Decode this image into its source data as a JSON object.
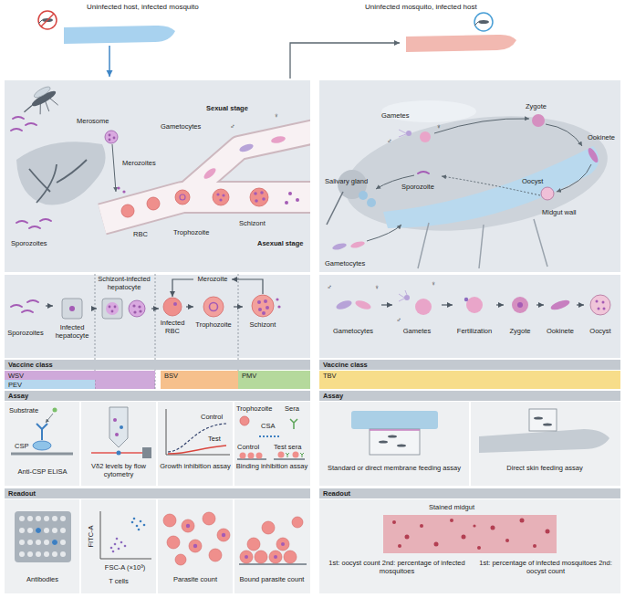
{
  "diagram": {
    "nodes": [
      {
        "text": [
          "Sporozoites"
        ]
      },
      {
        "text": [
          "Infected hepatocyte"
        ]
      },
      {
        "text": [
          "Schizont-infected hepatocyte"
        ]
      },
      {
        "text": [
          "Merozoite"
        ]
      },
      {
        "text": [
          "Infected RBC"
        ]
      },
      {
        "text": [
          "Trophozoite"
        ]
      },
      {
        "text": [
          "Schizont"
        ]
      },
      {
        "text": [
          "♂",
          "♀",
          "Gametocytes"
        ]
      },
      {
        "text": [
          "♀",
          "♂",
          "Gametes"
        ]
      },
      {
        "text": [
          "Fertilization"
        ]
      },
      {
        "text": [
          "Zygote"
        ]
      },
      {
        "text": [
          "Ookinete"
        ]
      },
      {
        "text": [
          "Oocyst"
        ]
      },
      {
        "text": [
          "Vaccine class"
        ]
      },
      {
        "text": [
          "WSV"
        ]
      },
      {
        "text": [
          "PEV"
        ]
      },
      {
        "text": [
          "BSV"
        ]
      },
      {
        "text": [
          "PMV"
        ]
      },
      {
        "text": [
          "Vaccine class"
        ]
      },
      {
        "text": [
          "TBV"
        ]
      },
      {
        "text": [
          "Assay"
        ]
      },
      {
        "text": [
          "Assay"
        ]
      },
      {
        "text": [
          "Readout"
        ]
      },
      {
        "text": [
          "Readout"
        ]
      }
    ],
    "edges": [
      {
        "from": 0,
        "to": 1,
        "arrow": "to"
      },
      {
        "from": 1,
        "to": 2,
        "arrow": "to"
      },
      {
        "from": 2,
        "to": 4,
        "arrow": "to"
      },
      {
        "from": 4,
        "to": 5,
        "arrow": "to"
      },
      {
        "from": 5,
        "to": 6,
        "arrow": "to"
      },
      {
        "from": 6,
        "to": 3,
        "arrow": "to"
      },
      {
        "from": 3,
        "to": 4,
        "arrow": "to"
      },
      {
        "from": 7,
        "to": 8,
        "arrow": "to"
      },
      {
        "from": 8,
        "to": 9,
        "arrow": "to"
      },
      {
        "from": 9,
        "to": 10,
        "arrow": "to"
      },
      {
        "from": 10,
        "to": 11,
        "arrow": "to"
      },
      {
        "from": 11,
        "to": 12,
        "arrow": "to"
      }
    ],
    "labels": [
      "Uninfected host, infected mosquito",
      "Uninfected mosquito, infected host",
      "Sporozoites",
      "Merosome",
      "Merozoites",
      "Gametocytes",
      "♂",
      "♀",
      "Sexual stage",
      "RBC",
      "Trophozoite",
      "Schizont",
      "Asexual stage",
      "Gametes",
      "♀",
      "♂",
      "Zygote",
      "Ookinete",
      "Salivary gland",
      "Sporozoite",
      "Oocyst",
      "Midgut wall",
      "Gametocytes",
      "Substrate",
      "CSP",
      "Anti-CSP ELISA",
      "Vδ2 levels by flow cytometry",
      "Control",
      "Test",
      "Growth inhibition assay",
      "Trophozoite",
      "Sera",
      "CSA",
      "Control",
      "Test sera",
      "Binding inhibition assay",
      "Standard or direct membrane feeding assay",
      "Direct skin feeding assay",
      "Antibodies",
      "FITC-A",
      "FSC-A (×10³)",
      "T cells",
      "Parasite count",
      "Bound parasite count",
      "Stained midgut",
      "1st: oocyst count 2nd: percentage of infected mosquitoes",
      "1st: percentage of infected mosquitoes 2nd: oocyst count"
    ]
  }
}
